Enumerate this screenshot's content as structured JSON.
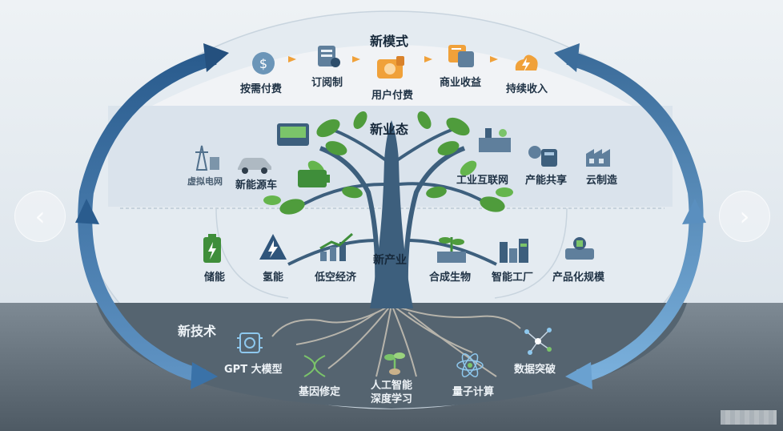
{
  "sections": {
    "mode": {
      "title": "新模式",
      "items": [
        "按需付费",
        "订阅制",
        "用户付费",
        "商业收益",
        "持续收入"
      ]
    },
    "business": {
      "title": "新业态",
      "items": [
        "虚拟电网",
        "新能源车",
        "工业互联网",
        "产能共享",
        "云制造"
      ]
    },
    "industry": {
      "title": "新产业",
      "items": [
        "储能",
        "氢能",
        "低空经济",
        "合成生物",
        "智能工厂",
        "产品化规模"
      ]
    },
    "tech": {
      "title": "新技术",
      "items": [
        "GPT 大模型",
        "基因修定",
        "人工智能",
        "深度学习",
        "量子计算",
        "数据突破"
      ]
    }
  },
  "nav": {
    "prev_icon": "chevron-left-icon",
    "next_icon": "chevron-right-icon"
  },
  "colors": {
    "arrow_dark": "#24507e",
    "arrow_light": "#6f9fc8",
    "leaf": "#4f9c3c",
    "trunk": "#3d5f7d",
    "ground": "#5d6b76",
    "accent_orange": "#f0a13a"
  }
}
